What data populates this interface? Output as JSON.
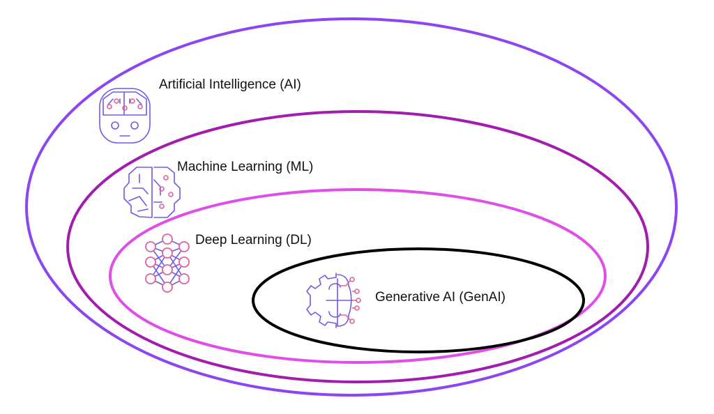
{
  "diagram": {
    "layers": [
      {
        "label": "Artificial Intelligence (AI)",
        "icon": "robot-head-icon",
        "color": "#8b46f0"
      },
      {
        "label": "Machine Learning (ML)",
        "icon": "brain-circuit-icon",
        "color": "#a21caf"
      },
      {
        "label": "Deep Learning (DL)",
        "icon": "neural-network-icon",
        "color": "#e04ee8"
      },
      {
        "label": "Generative AI (GenAI)",
        "icon": "gear-brain-icon",
        "color": "#000000"
      }
    ]
  }
}
